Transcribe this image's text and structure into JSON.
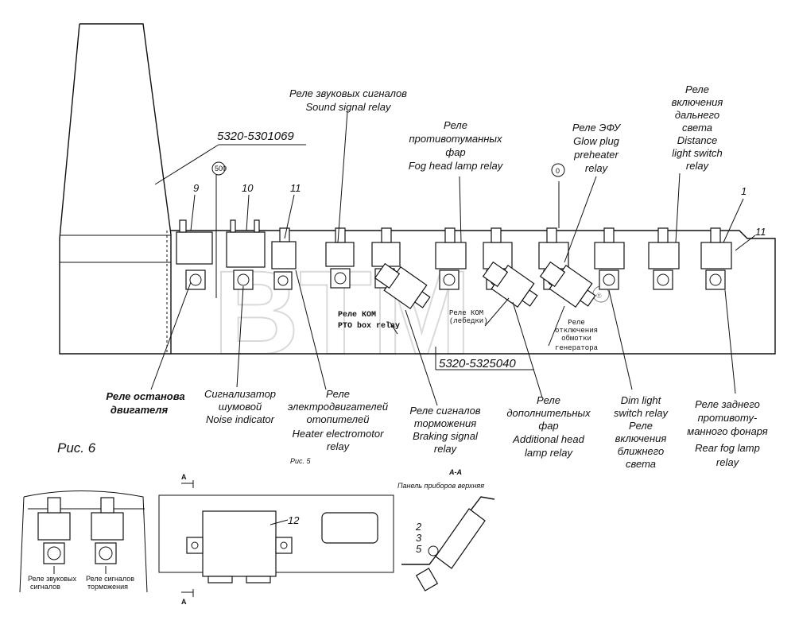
{
  "part_numbers": {
    "upper": "5320-5301069",
    "lower": "5320-5325040"
  },
  "position_numbers": {
    "n9": "9",
    "n10": "10",
    "n11": "11",
    "n1": "1",
    "n11b": "11",
    "n12": "12",
    "n2": "2",
    "n3": "3",
    "n5": "5"
  },
  "circle_marks": {
    "c500": "500",
    "c0": "0"
  },
  "watermark": "BTM",
  "watermark_reg": "®",
  "labels": {
    "sound_ru": "Реле звуковых сигналов",
    "sound_en": "Sound signal relay",
    "fog_ru1": "Реле",
    "fog_ru2": "противотуманных",
    "fog_ru3": "фар",
    "fog_en": "Fog head lamp relay",
    "glow_ru": "Реле ЭФУ",
    "glow_en1": "Glow plug",
    "glow_en2": "preheater",
    "glow_en3": "relay",
    "dist_ru1": "Реле",
    "dist_ru2": "включения",
    "dist_ru3": "дальнего",
    "dist_ru4": "света",
    "dist_en1": "Distance",
    "dist_en2": "light switch",
    "dist_en3": "relay",
    "pto_ru": "Реле КОМ",
    "pto_en": "PTO box relay",
    "kom_ru1": "Реле КОМ",
    "kom_ru2": "(лебедки)",
    "gen_ru1": "Реле",
    "gen_ru2": "отключения",
    "gen_ru3": "обмотки",
    "gen_ru4": "генератора",
    "stop_ru1": "Реле останова",
    "stop_ru2": "двигателя",
    "noise_ru1": "Сигнализатор",
    "noise_ru2": "шумовой",
    "noise_en": "Noise indicator",
    "heater_ru1": "Реле",
    "heater_ru2": "электродвигателей",
    "heater_ru3": "отопителей",
    "heater_en1": "Heater electromotor",
    "heater_en2": "relay",
    "brake_ru1": "Реле сигналов",
    "brake_ru2": "торможения",
    "brake_en1": "Braking signal",
    "brake_en2": "relay",
    "add_ru1": "Реле",
    "add_ru2": "дополнительных",
    "add_ru3": "фар",
    "add_en1": "Additional head",
    "add_en2": "lamp relay",
    "dim_en1": "Dim light",
    "dim_en2": "switch relay",
    "dim_ru1": "Реле",
    "dim_ru2": "включения",
    "dim_ru3": "ближнего",
    "dim_ru4": "света",
    "rear_ru1": "Реле заднего",
    "rear_ru2": "противоту-",
    "rear_ru3": "манного фонаря",
    "rear_en1": "Rear fog lamp",
    "rear_en2": "relay"
  },
  "figures": {
    "fig6": "Рис. 6",
    "fig5": "Рис. 5",
    "section": "А-А",
    "section_a1": "А",
    "section_a2": "А",
    "panel": "Панель приборов верхняя",
    "small_sound1": "Реле звуковых",
    "small_sound2": "сигналов",
    "small_brake1": "Реле сигналов",
    "small_brake2": "торможения"
  }
}
